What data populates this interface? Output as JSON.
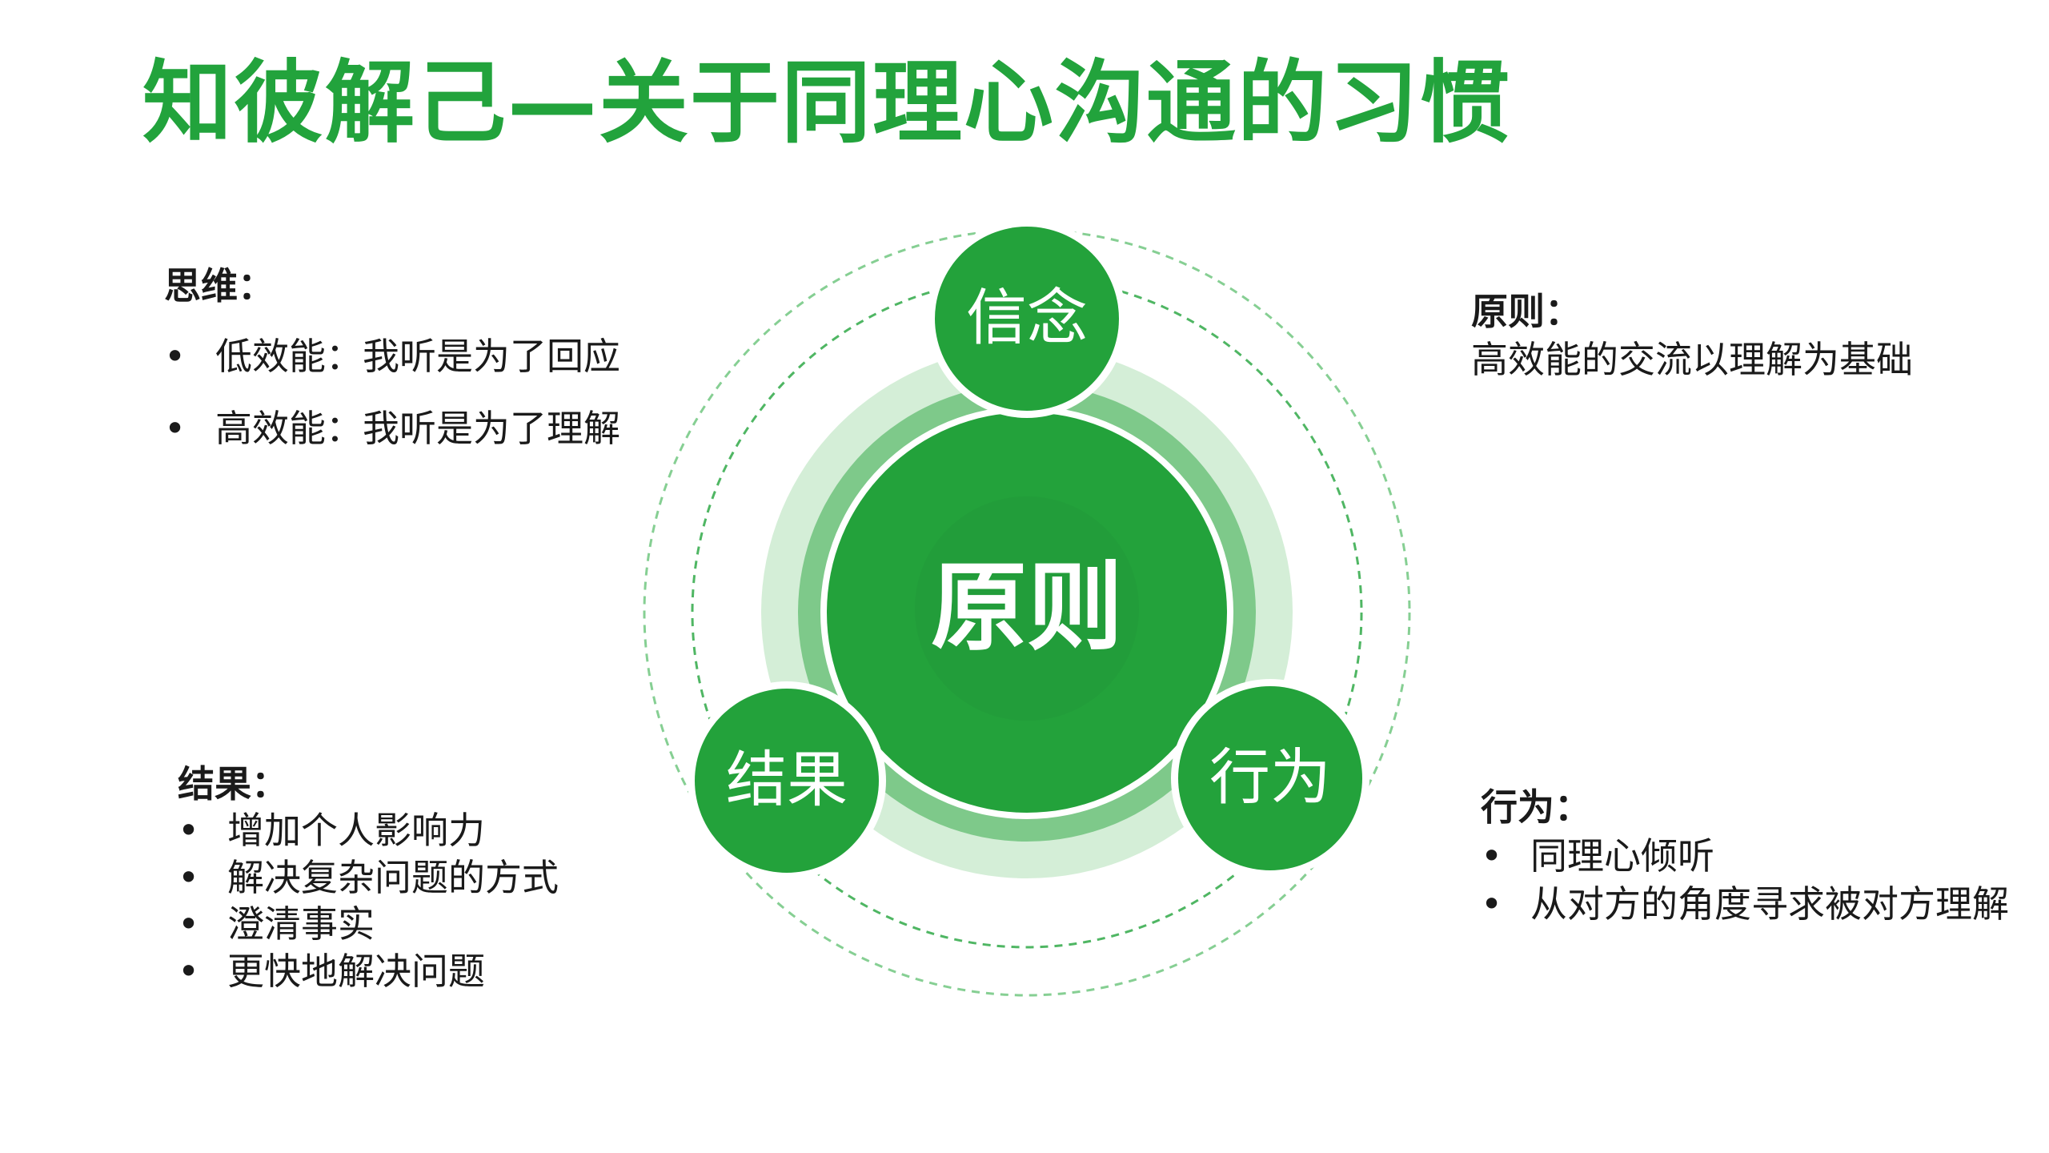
{
  "title": "知彼解己—关于同理心沟通的习惯",
  "diagram": {
    "center_label": "原则",
    "nodes": {
      "top": "信念",
      "left": "结果",
      "right": "行为"
    },
    "colors": {
      "main": "#23a23b",
      "ring_outer": "#d4eed7",
      "ring_mid": "#7ec98a",
      "dashed": "#86cf93",
      "dashed_inner": "#4fb663"
    }
  },
  "think": {
    "heading": "思维：",
    "items": [
      "低效能：我听是为了回应",
      "高效能：我听是为了理解"
    ]
  },
  "principle": {
    "heading": "原则：",
    "text": "高效能的交流以理解为基础"
  },
  "result": {
    "heading": "结果：",
    "items": [
      "增加个人影响力",
      "解决复杂问题的方式",
      "澄清事实",
      "更快地解决问题"
    ]
  },
  "behavior": {
    "heading": "行为：",
    "items": [
      "同理心倾听",
      "从对方的角度寻求被对方理解"
    ]
  }
}
